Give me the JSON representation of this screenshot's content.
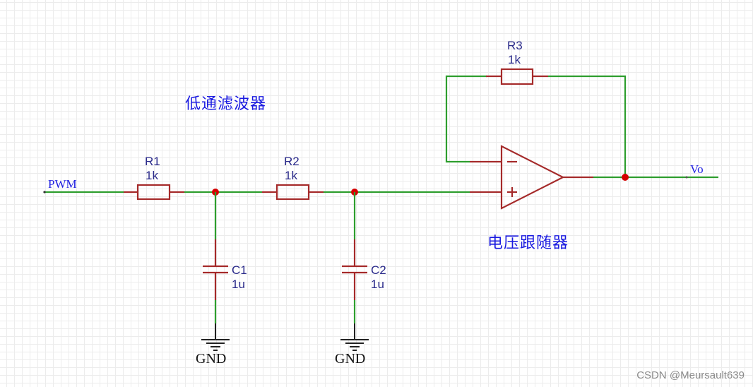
{
  "annotations": {
    "lowpass_filter": "低通滤波器",
    "voltage_follower": "电压跟随器"
  },
  "nets": {
    "input": "PWM",
    "output": "Vo",
    "ground_1": "GND",
    "ground_2": "GND"
  },
  "components": {
    "R1": {
      "ref": "R1",
      "value": "1k"
    },
    "R2": {
      "ref": "R2",
      "value": "1k"
    },
    "R3": {
      "ref": "R3",
      "value": "1k"
    },
    "C1": {
      "ref": "C1",
      "value": "1u"
    },
    "C2": {
      "ref": "C2",
      "value": "1u"
    },
    "U1": {
      "type": "op-amp",
      "inverting": "−",
      "non_inverting": "+"
    }
  },
  "colors": {
    "wire": "#2e9e2e",
    "component": "#a52a2a",
    "junction": "#d40000",
    "label": "#1a1ae0"
  },
  "watermark": "CSDN @Meursault639"
}
